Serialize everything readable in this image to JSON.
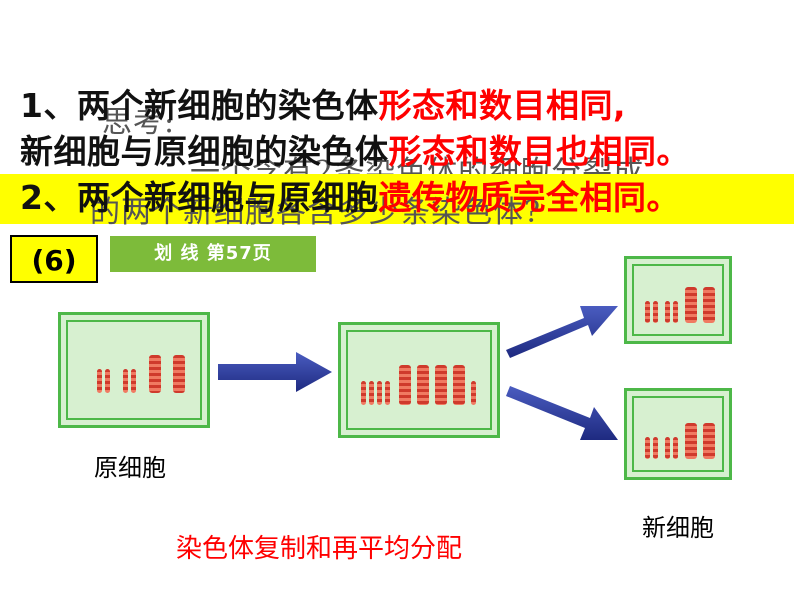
{
  "question": {
    "line1": "思考:",
    "line2": "一个含有2条染色体的细胞分裂成",
    "line3": "的两个新细胞各含多少条染色体?"
  },
  "statements": {
    "s1_black": "1、两个新细胞的染色体",
    "s1_red": "形态和数目相同,",
    "s2_black": "新细胞与原细胞的染色体",
    "s2_red": "形态和数目也相同。",
    "s3_black": "2、两个新细胞与原细胞",
    "s3_red": "遗传物质完全相同。"
  },
  "badge": "(6)",
  "page_tag": "划 线 第57页",
  "labels": {
    "original_cell": "原细胞",
    "new_cell": "新细胞",
    "caption": "染色体复制和再平均分配"
  },
  "colors": {
    "highlight": "#ffff00",
    "red_text": "#ff0000",
    "cell_border": "#4db848",
    "cell_fill": "#d7f0d0",
    "arrow": "#2a3a9a",
    "tag_green": "#7dbb3a"
  }
}
